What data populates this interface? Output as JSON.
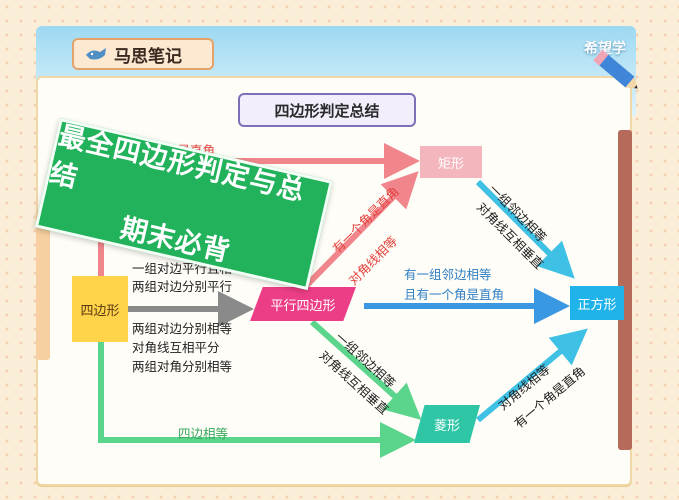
{
  "header": {
    "tag_label": "马思笔记",
    "brand": "希望学"
  },
  "banner": {
    "line1": "最全四边形判定与总结",
    "line2": "期末必背"
  },
  "diagram": {
    "title": "四边形判定总结",
    "nodes": {
      "quadrilateral": "四边形",
      "parallelogram": "平行四边形",
      "rectangle": "矩形",
      "square": "正方形",
      "rhombus": "菱形"
    },
    "labels": {
      "quad_to_rect": "三个角是直角",
      "quad_to_para_1": "一组对边平行且相等",
      "quad_to_para_2": "两组对边分别平行",
      "quad_to_para_3": "两组对边分别相等",
      "quad_to_para_4": "对角线互相平分",
      "quad_to_para_5": "两组对角分别相等",
      "para_to_rect_1": "有一个角是直角",
      "para_to_rect_2": "对角线相等",
      "rect_to_square_1": "一组邻边相等",
      "rect_to_square_2": "对角线互相垂直",
      "para_to_square_1": "有一组邻边相等",
      "para_to_square_2": "且有一个角是直角",
      "para_to_rhombus_1": "一组邻边相等",
      "para_to_rhombus_2": "对角线互相垂直",
      "rhombus_to_square_1": "对角线相等",
      "rhombus_to_square_2": "有一个角是直角",
      "quad_to_rhombus": "四边相等"
    },
    "colors": {
      "red_arrow": "#f0868c",
      "gray_arrow": "#8a8a8a",
      "blue_arrow": "#3a97e2",
      "green_arrow": "#5cd58c",
      "cyan_arrow": "#3fc1e6"
    }
  }
}
